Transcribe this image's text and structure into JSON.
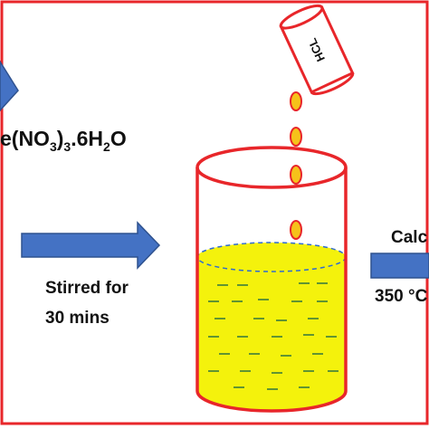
{
  "labels": {
    "compound_left_part": "e(NO",
    "compound_sub1": "3",
    "compound_mid_part": ")",
    "compound_sub2": "3",
    "compound_right_part": ".6H",
    "compound_sub3": "2",
    "compound_end_part": "O",
    "stirred_line1": "Stirred for",
    "stirred_line2": "30 mins",
    "calcination": "Calc",
    "temperature": "350 °C",
    "reagent": "HCL"
  },
  "colors": {
    "frame": "#e8262a",
    "arrow_fill": "#4472c4",
    "arrow_stroke": "#2f528f",
    "liquid": "#f4f20c",
    "drop_fill": "#f6c21a",
    "drop_stroke": "#e8262a",
    "dash": "#3c7d3c",
    "surface_dash": "#2f6bd1"
  },
  "icons": {
    "flask": "reagent-bottle-icon",
    "beaker": "beaker-icon",
    "arrows": "right-arrow-icon"
  }
}
